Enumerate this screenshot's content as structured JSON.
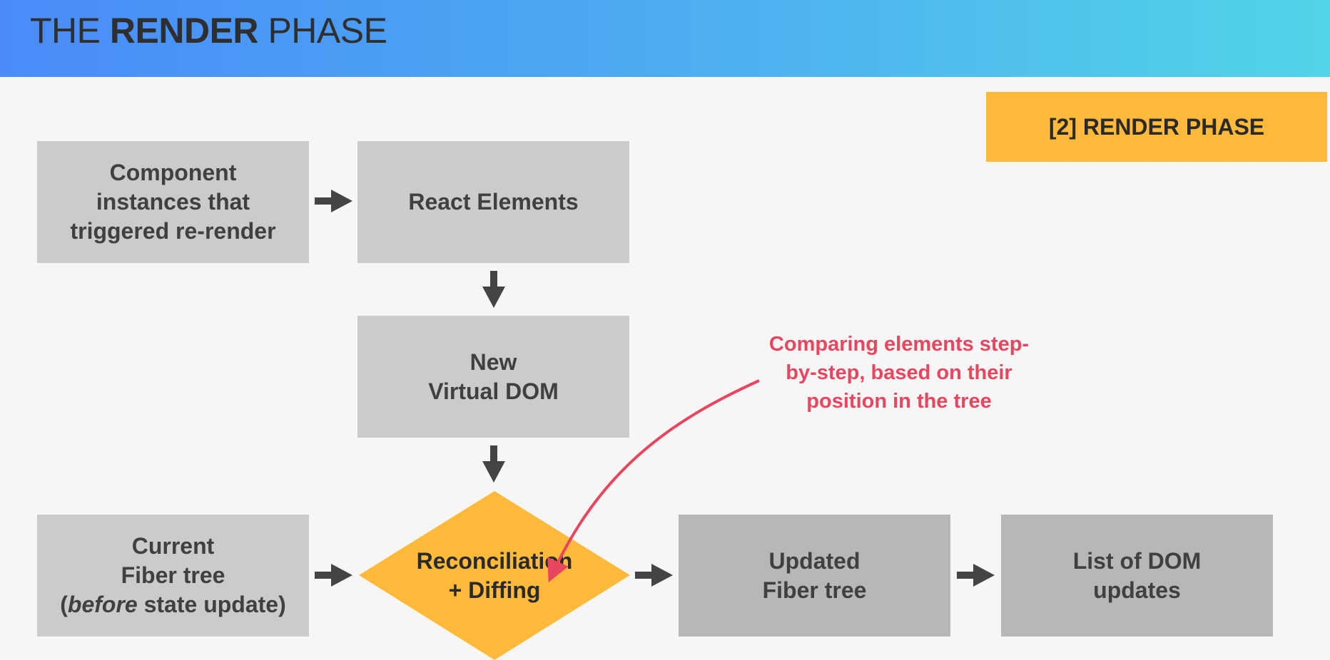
{
  "header": {
    "title_prefix": "THE ",
    "title_bold": "RENDER",
    "title_suffix": " PHASE"
  },
  "badge": {
    "label": "[2] RENDER PHASE"
  },
  "colors": {
    "box_light": "#cbcbcb",
    "box_dark": "#b7b7b7",
    "accent_orange": "#ffba3b",
    "annotation_red": "#e8455f",
    "arrow": "#444444"
  },
  "nodes": {
    "component_instances": {
      "lines": [
        "Component",
        "instances that",
        "triggered re-render"
      ]
    },
    "react_elements": {
      "lines": [
        "React Elements"
      ]
    },
    "new_vdom": {
      "lines": [
        "New",
        "Virtual DOM"
      ]
    },
    "current_fiber": {
      "line1": "Current",
      "line2": "Fiber tree",
      "line3_open": "(",
      "line3_italic": "before",
      "line3_rest": " state update)"
    },
    "reconciliation": {
      "lines": [
        "Reconciliation",
        "+ Diffing"
      ]
    },
    "updated_fiber": {
      "lines": [
        "Updated",
        "Fiber tree"
      ]
    },
    "dom_updates": {
      "lines": [
        "List of DOM",
        "updates"
      ]
    }
  },
  "annotation": {
    "line1": "Comparing elements step-",
    "line2": "by-step, based on their",
    "line3": "position in the tree"
  }
}
